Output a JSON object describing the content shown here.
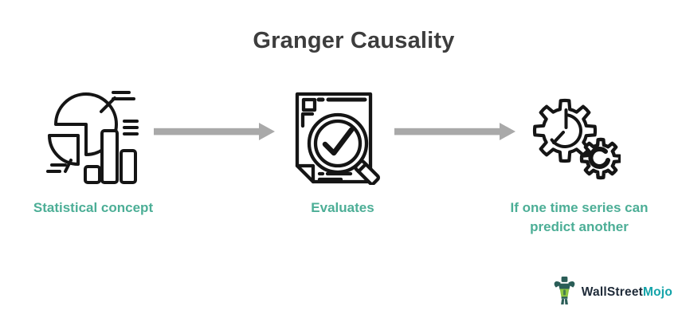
{
  "title": "Granger Causality",
  "flow": {
    "steps": [
      {
        "icon": "statistics-pie-bar-chart-icon",
        "label": "Statistical concept"
      },
      {
        "icon": "document-magnifier-check-icon",
        "label": "Evaluates"
      },
      {
        "icon": "gears-icon",
        "label": "If one time series can predict another"
      }
    ],
    "connector": "right-arrow"
  },
  "logo": {
    "mascot": "flexing-man-icon",
    "brand_part1": "WallStreet",
    "brand_part2": "Mojo"
  },
  "colors": {
    "title": "#3D3D3D",
    "label_teal": "#4CAE96",
    "arrow_gray": "#A9A9A9",
    "icon_black": "#151515",
    "logo_dark": "#1E2A38",
    "logo_teal": "#13A3A9",
    "mascot_green": "#8EC641",
    "mascot_dark": "#2A5D57"
  }
}
